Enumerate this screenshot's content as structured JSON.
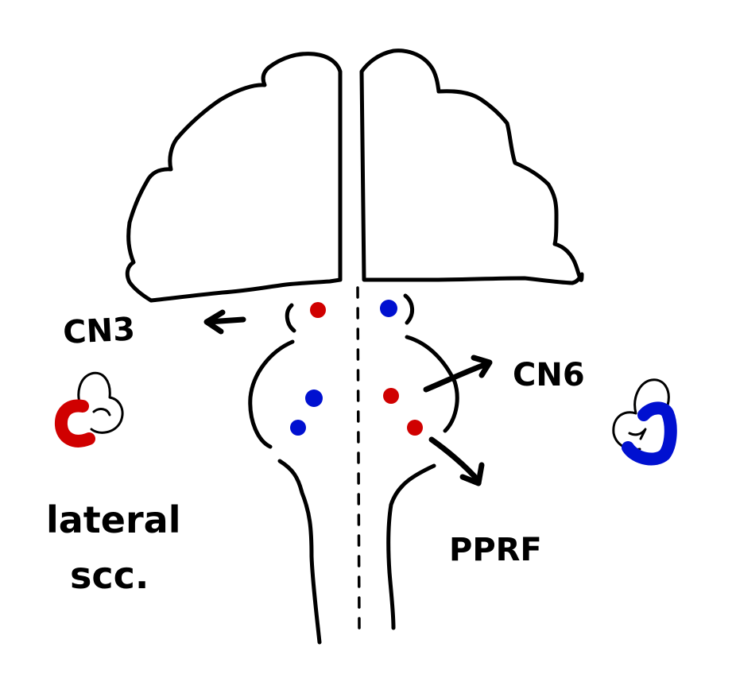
{
  "title": "Horizontal gaze pathway sketch",
  "colors": {
    "ink": "#000000",
    "red": "#d00000",
    "blue": "#0010d0",
    "background": "#ffffff"
  },
  "labels": {
    "cn3": "CN3",
    "cn6": "CN6",
    "pprf": "PPRF",
    "lateral_scc_line1": "lateral",
    "lateral_scc_line2": "scc."
  },
  "structures": [
    {
      "name": "left-cerebral-hemisphere",
      "kind": "outline"
    },
    {
      "name": "right-cerebral-hemisphere",
      "kind": "outline"
    },
    {
      "name": "midbrain",
      "kind": "brackets"
    },
    {
      "name": "pons",
      "kind": "outline"
    },
    {
      "name": "medulla-spinal-cord",
      "kind": "outline"
    },
    {
      "name": "midline",
      "kind": "dashed-line"
    }
  ],
  "nuclei": [
    {
      "name": "left-midbrain-nucleus",
      "color": "red",
      "region": "midbrain-left"
    },
    {
      "name": "right-midbrain-nucleus",
      "color": "blue",
      "region": "midbrain-right"
    },
    {
      "name": "left-pons-nucleus-upper",
      "color": "blue",
      "region": "pons-left"
    },
    {
      "name": "left-pons-nucleus-lower",
      "color": "blue",
      "region": "pons-left"
    },
    {
      "name": "right-pons-nucleus-upper",
      "color": "red",
      "region": "pons-right"
    },
    {
      "name": "right-pons-nucleus-lower",
      "color": "red",
      "region": "pons-right"
    }
  ],
  "eyes": [
    {
      "name": "left-eye",
      "highlight_color": "red",
      "highlight_side": "left"
    },
    {
      "name": "right-eye",
      "highlight_color": "blue",
      "highlight_side": "right"
    }
  ],
  "arrows": [
    {
      "name": "cn3-arrow",
      "points_to": "CN3"
    },
    {
      "name": "cn6-arrow",
      "points_to": "CN6"
    },
    {
      "name": "pprf-arrow",
      "points_to": "PPRF"
    }
  ]
}
